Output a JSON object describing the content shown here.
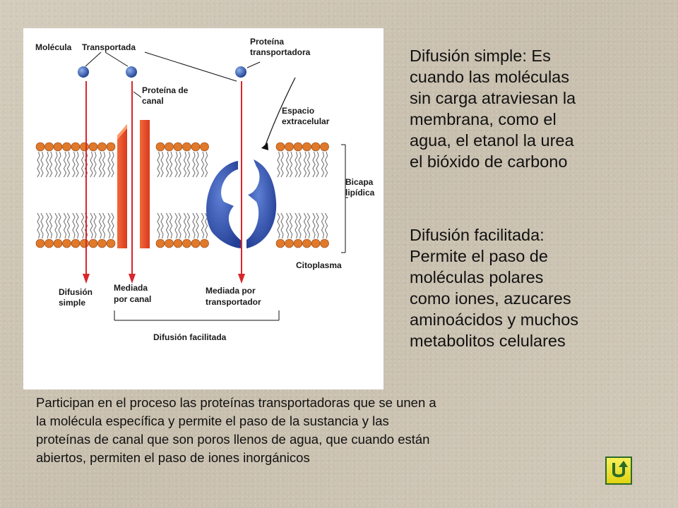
{
  "diagram": {
    "labels": {
      "molecula": "Molécula",
      "transportada": "Transportada",
      "proteina_transportadora_1": "Proteína",
      "proteina_transportadora_2": "transportadora",
      "proteina_canal_1": "Proteína de",
      "proteina_canal_2": "canal",
      "espacio_1": "Espacio",
      "espacio_2": "extracelular",
      "bicapa_1": "Bicapa",
      "bicapa_2": "lipídica",
      "citoplasma": "Citoplasma",
      "difusion_simple_1": "Difusión",
      "difusion_simple_2": "simple",
      "mediada_canal_1": "Mediada",
      "mediada_canal_2": "por canal",
      "mediada_transp_1": "Mediada por",
      "mediada_transp_2": "transportador",
      "difusion_facilitada": "Difusión facilitada"
    },
    "colors": {
      "molecule": "#1f4fa8",
      "arrow": "#d8262c",
      "channel": "#e8502a",
      "carrier": "#2e4ea6",
      "lipid_head": "#e0792a"
    }
  },
  "text": {
    "simple_lines": [
      "Difusión simple: Es",
      "cuando las moléculas",
      "sin carga atraviesan la",
      "membrana, como el",
      "agua, el etanol la urea",
      "el bióxido de carbono"
    ],
    "facilitated_lines": [
      "Difusión facilitada:",
      "Permite el paso de",
      "moléculas polares",
      "como iones, azucares",
      "aminoácidos y muchos",
      "metabolitos celulares"
    ],
    "bottom_lines": [
      "Participan en el proceso las proteínas transportadoras  que se unen a",
      "la molécula específica y permite el paso de la sustancia y las",
      "proteínas de canal que son poros llenos de agua, que cuando están",
      "abiertos, permiten el paso de iones inorgánicos"
    ]
  },
  "nav": {
    "return_icon": "u-turn-arrow-icon"
  }
}
